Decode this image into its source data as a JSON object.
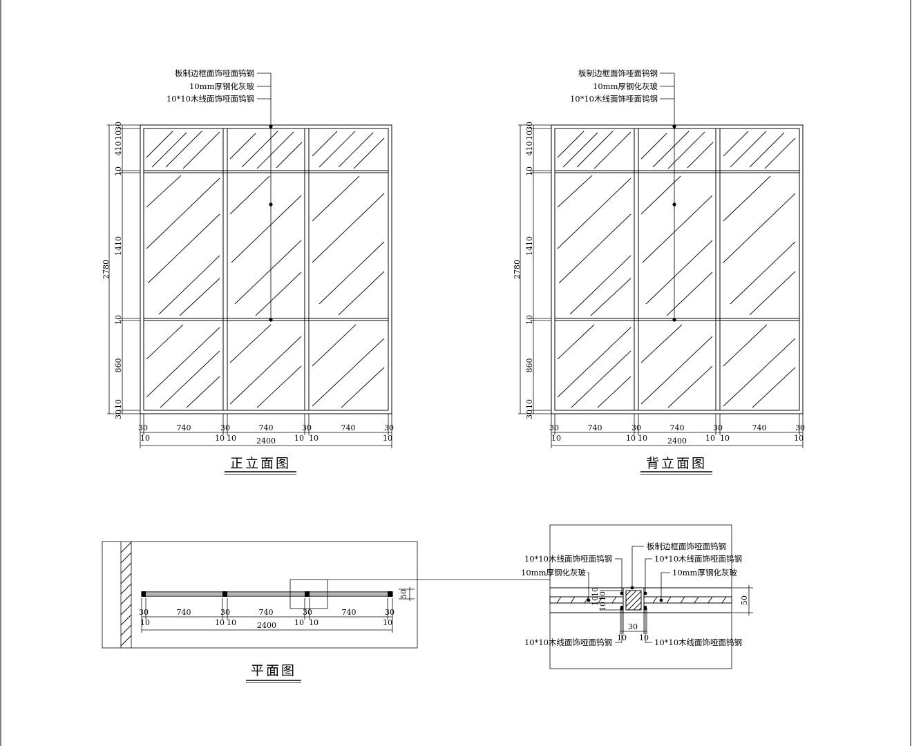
{
  "front_elevation": {
    "title": "正立面图",
    "annotations": [
      "板制边框面饰哑面钨钢",
      "10mm厚钢化灰玻",
      "10*10木线面饰哑面钨钢"
    ],
    "height_total": "2780",
    "vertical_dims": [
      "30",
      "10",
      "410",
      "10",
      "1410",
      "10",
      "860",
      "10",
      "30"
    ],
    "width_total": "2400",
    "horizontal_dims_top": [
      "30",
      "740",
      "30",
      "740",
      "30",
      "740",
      "30"
    ],
    "horizontal_dims_bottom": [
      "10",
      "10",
      "10",
      "10",
      "10",
      "10"
    ]
  },
  "back_elevation": {
    "title": "背立面图",
    "annotations": [
      "板制边框面饰哑面钨钢",
      "10mm厚钢化灰玻",
      "10*10木线面饰哑面钨钢"
    ],
    "height_total": "2780",
    "vertical_dims": [
      "30",
      "10",
      "410",
      "10",
      "1410",
      "10",
      "860",
      "10",
      "30"
    ],
    "width_total": "2400",
    "horizontal_dims_top": [
      "30",
      "740",
      "30",
      "740",
      "30",
      "740",
      "30"
    ],
    "horizontal_dims_bottom": [
      "10",
      "10",
      "10",
      "10",
      "10",
      "10"
    ]
  },
  "plan": {
    "title": "平面图",
    "thickness_dim": "50",
    "width_total": "2400",
    "horizontal_dims_top": [
      "30",
      "740",
      "30",
      "740",
      "30",
      "740",
      "30"
    ],
    "horizontal_dims_bottom": [
      "10",
      "10",
      "10",
      "10",
      "10",
      "10"
    ]
  },
  "detail": {
    "top_right": "板制边框面饰哑面钨钢",
    "upper_left_1": "10*10木线面饰哑面钨钢",
    "upper_left_2": "10mm厚钢化灰玻",
    "upper_right_1": "10*10木线面饰哑面钨钢",
    "upper_right_2": "10mm厚钢化灰玻",
    "lower_left": "10*10木线面饰哑面钨钢",
    "lower_right": "10*10木线面饰哑面钨钢",
    "thickness_dim": "50",
    "frame_width_dim": "30",
    "side_dims": [
      "10",
      "10",
      "10",
      "10"
    ],
    "bottom_dims": [
      "10",
      "10"
    ]
  }
}
